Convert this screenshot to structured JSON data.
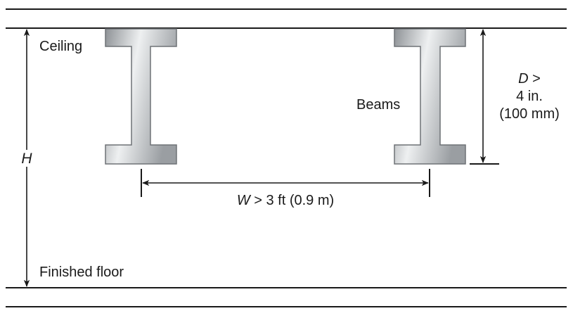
{
  "labels": {
    "ceiling": "Ceiling",
    "finished_floor": "Finished floor",
    "height": "H",
    "beams": "Beams",
    "depth_symbol": "D",
    "depth_relation": " >",
    "depth_value": "4 in.",
    "depth_metric": "(100 mm)",
    "width_symbol": "W",
    "width_value": " > 3 ft (0.9 m)"
  },
  "colors": {
    "line": "#1a1a1a",
    "beam_light": "#eef0f1",
    "beam_mid": "#b9bcbf",
    "beam_dark": "#8e9296",
    "beam_outline": "#6e7276"
  }
}
